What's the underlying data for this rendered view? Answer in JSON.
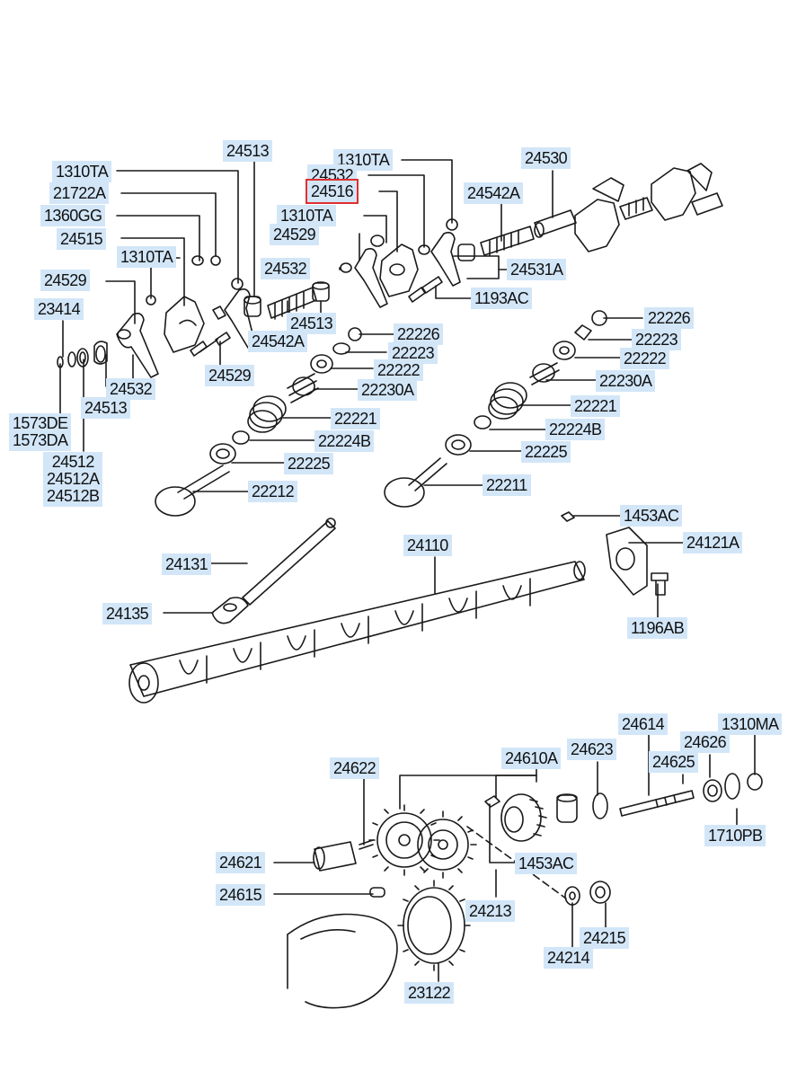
{
  "colors": {
    "label_bg": "#d2e6f8",
    "highlight": "#e03030",
    "ink": "#1a1a1a"
  },
  "highlighted_part": "24516",
  "labels": {
    "p24513_top": "24513",
    "p1310TA_a": "1310TA",
    "p21722A": "21722A",
    "p1360GG": "1360GG",
    "p24515": "24515",
    "p1310TA_b": "1310TA",
    "p24529_a": "24529",
    "p23414": "23414",
    "p1573": [
      "1573DE",
      "1573DA"
    ],
    "p24512": [
      "24512",
      "24512A",
      "24512B"
    ],
    "p24513_left": "24513",
    "p24532_left": "24532",
    "p24529_mid": "24529",
    "p1310TA_c": "1310TA",
    "p24532_c": "24532",
    "p24516": "24516",
    "p1310TA_d": "1310TA",
    "p24529_c": "24529",
    "p24532_mid": "24532",
    "p24513_mid": "24513",
    "p24542A_mid": "24542A",
    "p24530": "24530",
    "p24542A_r": "24542A",
    "p24531A": "24531A",
    "p1193AC": "1193AC",
    "l22226": "22226",
    "l22223": "22223",
    "l22222": "22222",
    "l22230A": "22230A",
    "l22221": "22221",
    "l22224B": "22224B",
    "l22225": "22225",
    "l22212": "22212",
    "r22226": "22226",
    "r22223": "22223",
    "r22222": "22222",
    "r22230A": "22230A",
    "r22221": "22221",
    "r22224B": "22224B",
    "r22225": "22225",
    "r22211": "22211",
    "p1453AC_top": "1453AC",
    "p24121A": "24121A",
    "p1196AB": "1196AB",
    "p24110": "24110",
    "p24131": "24131",
    "p24135": "24135",
    "p24614": "24614",
    "p1310MA": "1310MA",
    "p24626": "24626",
    "p24625": "24625",
    "p24623": "24623",
    "p24610A": "24610A",
    "p1710PB": "1710PB",
    "p24622": "24622",
    "p24621": "24621",
    "p24615": "24615",
    "p1453AC_bot": "1453AC",
    "p24213": "24213",
    "p24214": "24214",
    "p24215": "24215",
    "p23122": "23122"
  }
}
